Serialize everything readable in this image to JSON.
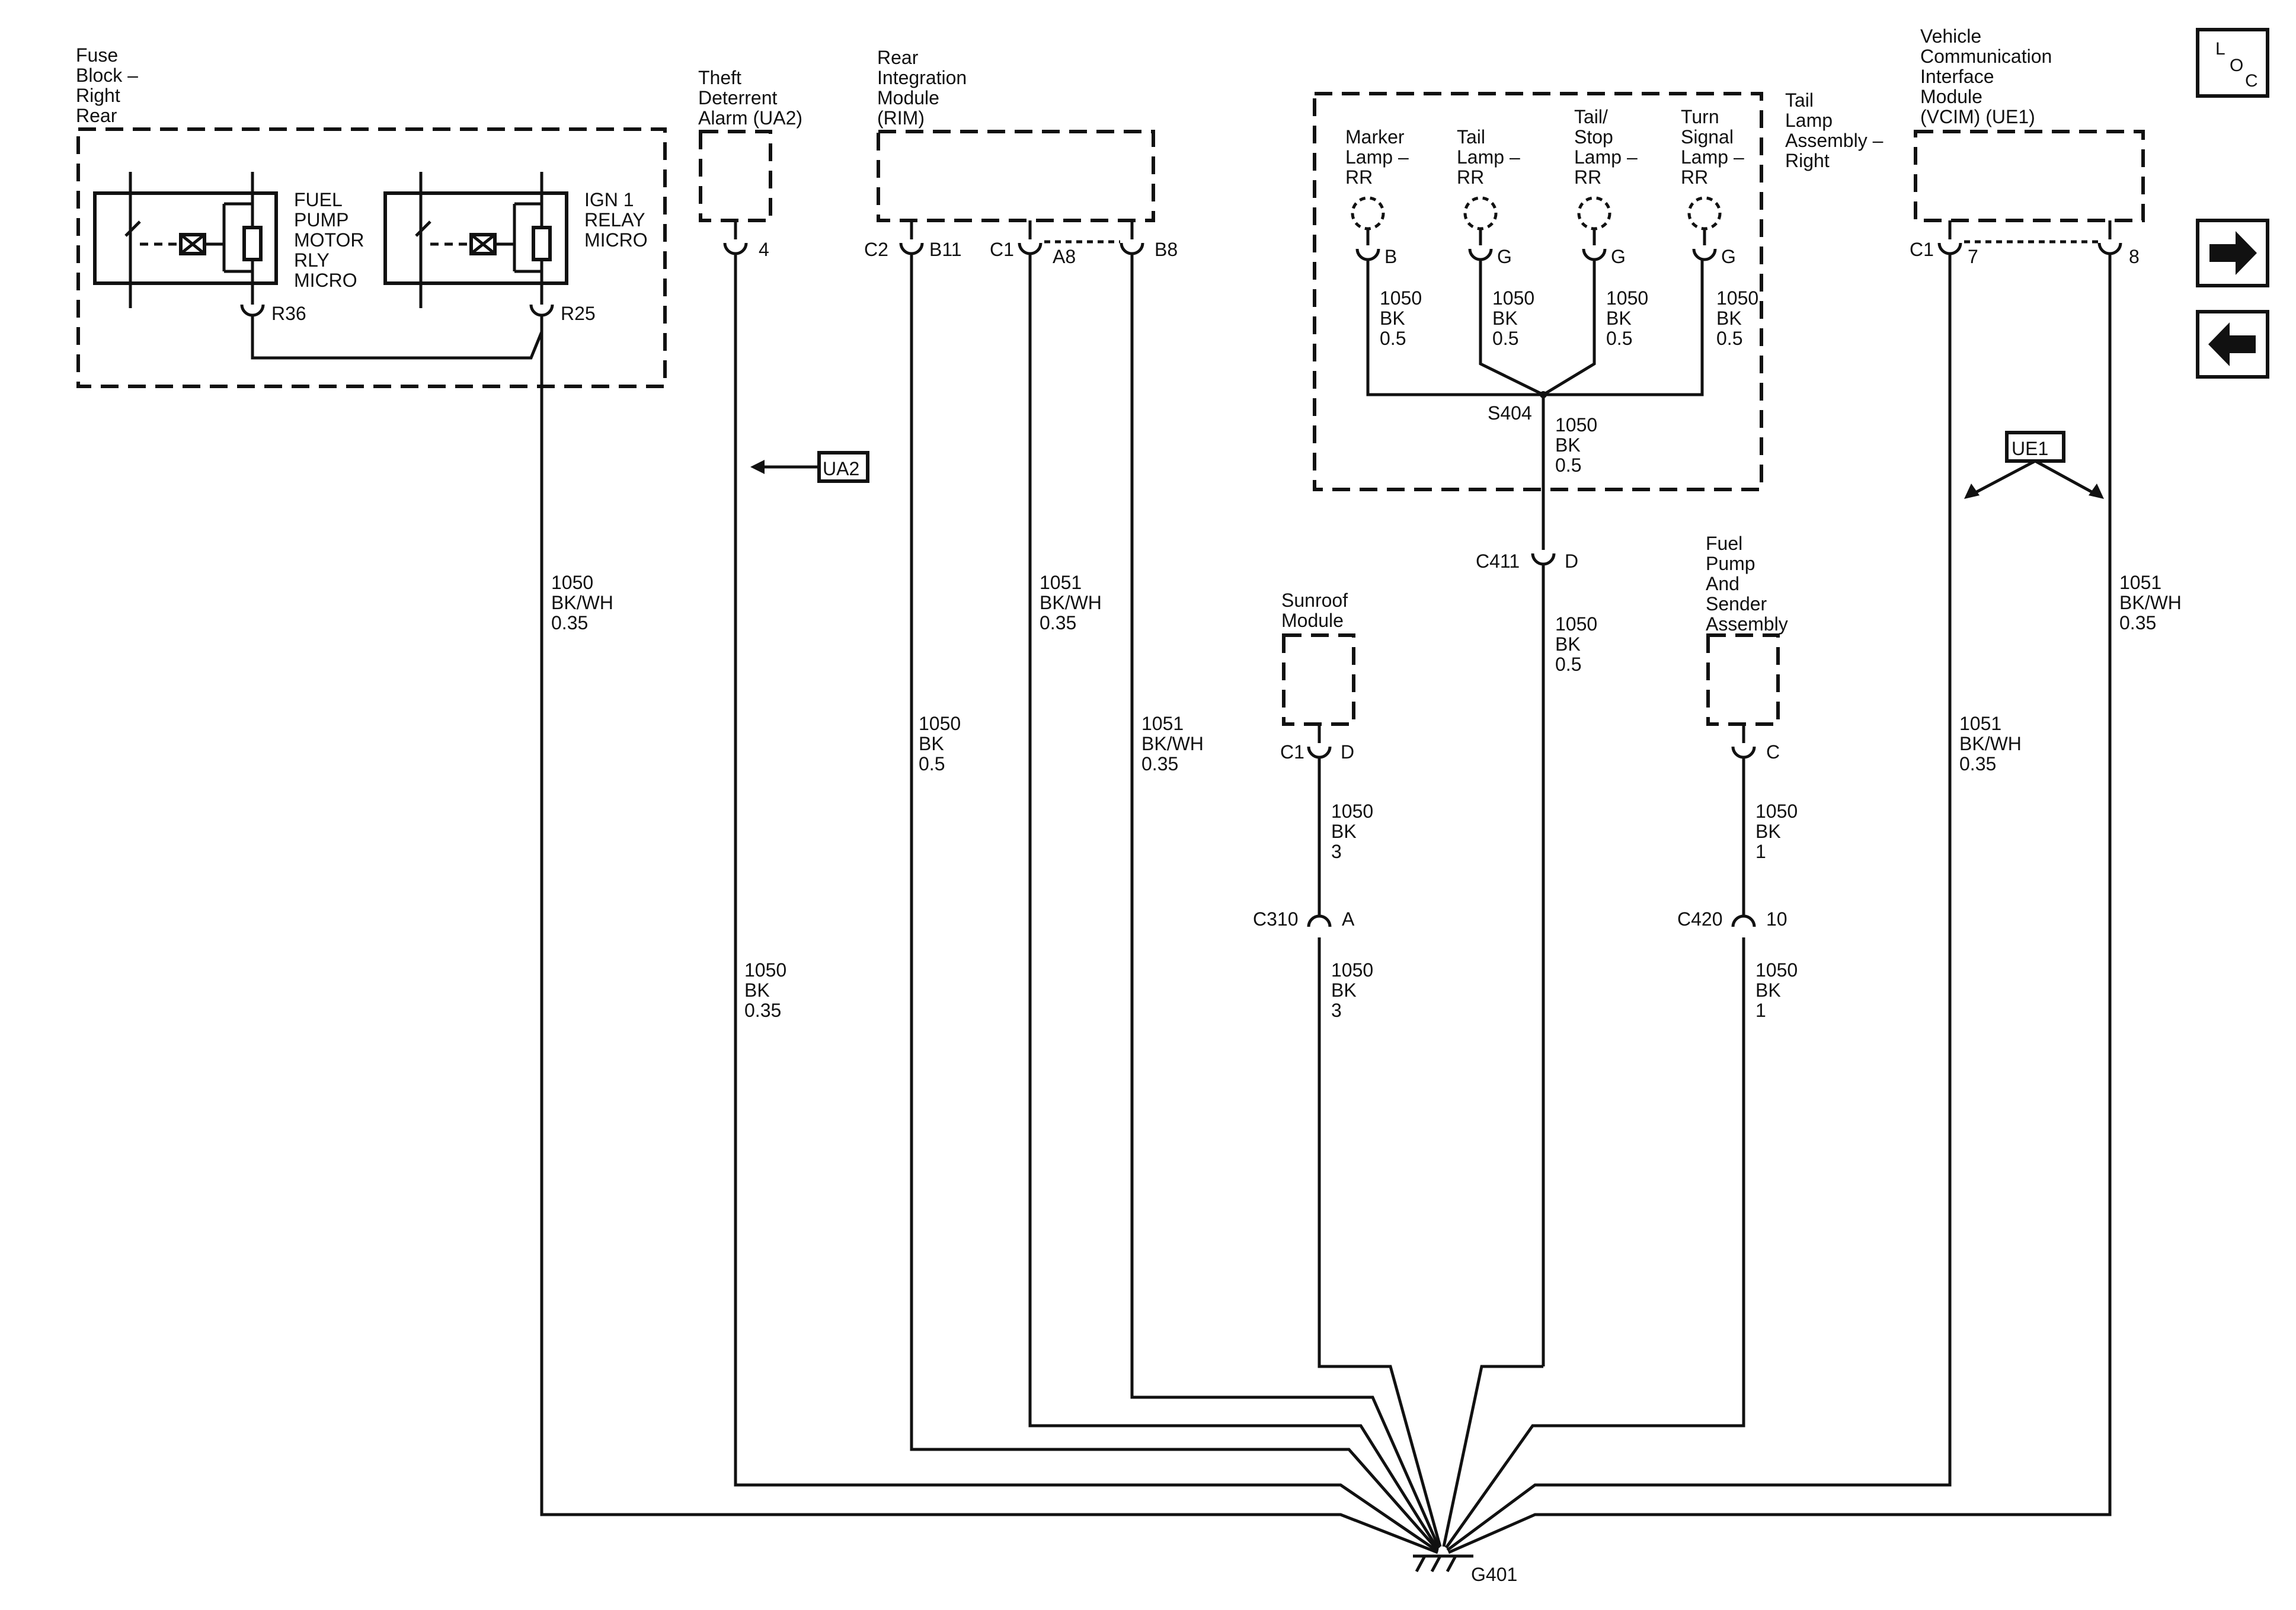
{
  "modules": {
    "fuse_block": [
      "Fuse",
      "Block –",
      "Right",
      "Rear"
    ],
    "theft_alarm": [
      "Theft",
      "Deterrent",
      "Alarm (UA2)"
    ],
    "rim": [
      "Rear",
      "Integration",
      "Module",
      "(RIM)"
    ],
    "tail_lamp_assembly": [
      "Tail",
      "Lamp",
      "Assembly –",
      "Right"
    ],
    "vcim": [
      "Vehicle",
      "Communication",
      "Interface",
      "Module",
      "(VCIM) (UE1)"
    ],
    "sunroof": [
      "Sunroof",
      "Module"
    ],
    "fuel_pump_sender": [
      "Fuel",
      "Pump",
      "And",
      "Sender",
      "Assembly"
    ]
  },
  "relays": {
    "fuel_pump": [
      "FUEL",
      "PUMP",
      "MOTOR",
      "RLY",
      "MICRO"
    ],
    "ign1": [
      "IGN 1",
      "RELAY",
      "MICRO"
    ]
  },
  "lamps": {
    "marker": [
      "Marker",
      "Lamp –",
      "RR"
    ],
    "tail": [
      "Tail",
      "Lamp –",
      "RR"
    ],
    "tail_stop": [
      "Tail/",
      "Stop",
      "Lamp –",
      "RR"
    ],
    "turn": [
      "Turn",
      "Signal",
      "Lamp –",
      "RR"
    ]
  },
  "pins": {
    "r36": "R36",
    "r25": "R25",
    "ua2_4": "4",
    "c2": "C2",
    "b11": "B11",
    "c1_rim": "C1",
    "a8": "A8",
    "b8": "B8",
    "lamp_b": "B",
    "lamp_g1": "G",
    "lamp_g2": "G",
    "lamp_g3": "G",
    "c1_vcim": "C1",
    "vcim_7": "7",
    "vcim_8": "8",
    "c411": "C411",
    "c411_d": "D",
    "c1_sun": "C1",
    "sun_d": "D",
    "c310": "C310",
    "c310_a": "A",
    "fp_c": "C",
    "c420": "C420",
    "c420_10": "10",
    "s404": "S404",
    "g401": "G401"
  },
  "wires": {
    "fuse_out": [
      "1050",
      "BK/WH",
      "0.35"
    ],
    "ua2": [
      "1050",
      "BK",
      "0.35"
    ],
    "rim_b11": [
      "1050",
      "BK",
      "0.5"
    ],
    "rim_a8": [
      "1051",
      "BK/WH",
      "0.35"
    ],
    "rim_b8": [
      "1051",
      "BK/WH",
      "0.35"
    ],
    "lamp_b": [
      "1050",
      "BK",
      "0.5"
    ],
    "lamp_g1": [
      "1050",
      "BK",
      "0.5"
    ],
    "lamp_g2": [
      "1050",
      "BK",
      "0.5"
    ],
    "lamp_g3": [
      "1050",
      "BK",
      "0.5"
    ],
    "s404_out": [
      "1050",
      "BK",
      "0.5"
    ],
    "c411_out": [
      "1050",
      "BK",
      "0.5"
    ],
    "sun_out": [
      "1050",
      "BK",
      "3"
    ],
    "c310_out": [
      "1050",
      "BK",
      "3"
    ],
    "fp_out": [
      "1050",
      "BK",
      "1"
    ],
    "c420_out": [
      "1050",
      "BK",
      "1"
    ],
    "vcim_8": [
      "1051",
      "BK/WH",
      "0.35"
    ],
    "vcim_7": [
      "1051",
      "BK/WH",
      "0.35"
    ]
  },
  "refs": {
    "ua2": "UA2",
    "ue1": "UE1"
  },
  "loc_icon": {
    "l": "L",
    "o": "O",
    "c": "C"
  }
}
